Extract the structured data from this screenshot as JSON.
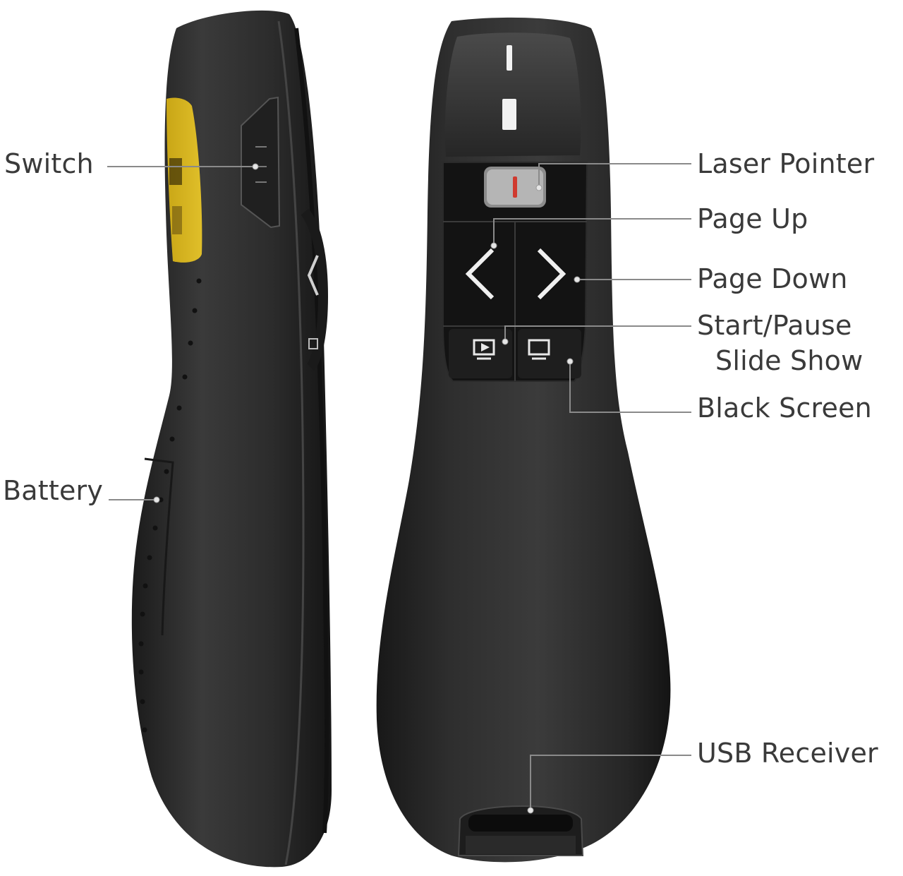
{
  "callouts": {
    "switch": "Switch",
    "battery": "Battery",
    "laser_pointer": "Laser Pointer",
    "page_up": "Page Up",
    "page_down": "Page Down",
    "start_pause_line1": "Start/Pause",
    "start_pause_line2": "Slide Show",
    "black_screen": "Black Screen",
    "usb_receiver": "USB Receiver"
  },
  "colors": {
    "body": "#2b2b2b",
    "button_panel": "#141414",
    "label_sticker": "#d8b41e",
    "laser_indicator": "#d03a2f",
    "label_text": "#3a3a3a",
    "leader_line": "#8a8a8a"
  },
  "icons": [
    "chevron-left-icon",
    "chevron-right-icon",
    "play-screen-icon",
    "blank-screen-icon"
  ]
}
